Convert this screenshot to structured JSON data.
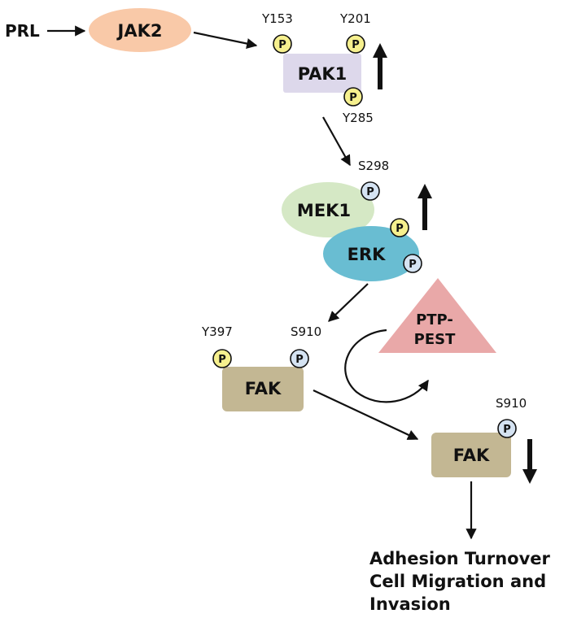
{
  "nodes": {
    "prl": "PRL",
    "jak2": "JAK2",
    "pak1": "PAK1",
    "mek1": "MEK1",
    "erk": "ERK",
    "ptp_pest_line1": "PTP-",
    "ptp_pest_line2": "PEST",
    "fak_top": "FAK",
    "fak_bottom": "FAK"
  },
  "sites": {
    "y153": "Y153",
    "y201": "Y201",
    "y285": "Y285",
    "s298": "S298",
    "y397": "Y397",
    "s910_top": "S910",
    "s910_bottom": "S910"
  },
  "phospho_symbol": "P",
  "outcome": {
    "line1": "Adhesion Turnover",
    "line2": "Cell Migration and",
    "line3": "Invasion"
  },
  "colors": {
    "jak2": "#f9c9a8",
    "pak1": "#ddd8eb",
    "mek1": "#d5e8c5",
    "erk": "#69bdd2",
    "ptp_pest": "#e9a8a8",
    "fak": "#c3b793",
    "phospho_yellow": "#f6f08e",
    "phospho_blue": "#d5e3f2"
  }
}
